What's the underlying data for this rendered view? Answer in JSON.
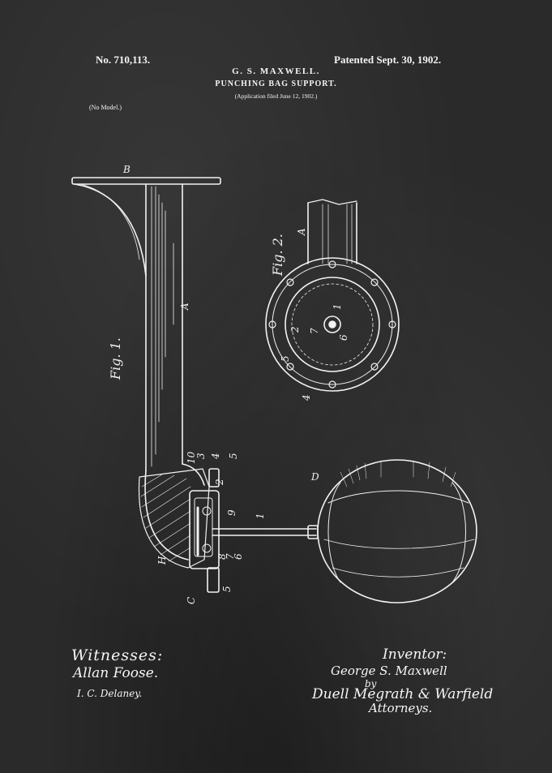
{
  "header": {
    "patent_number": "No. 710,113.",
    "inventor_caps": "G. S. MAXWELL.",
    "patent_date": "Patented Sept. 30, 1902.",
    "title": "PUNCHING BAG SUPPORT.",
    "application": "(Application filed June 12, 1902.)",
    "model": "(No Model.)"
  },
  "figures": {
    "fig1": "Fig. 1.",
    "fig2": "Fig. 2.",
    "refs": [
      "B",
      "A",
      "10",
      "3",
      "4",
      "2",
      "5",
      "9",
      "1",
      "8",
      "7",
      "6",
      "5",
      "H",
      "C",
      "D",
      "A",
      "1",
      "2",
      "7",
      "6",
      "5",
      "4"
    ]
  },
  "signatures": {
    "witnesses_label": "Witnesses:",
    "witness_1": "Allan Foose.",
    "witness_2": "I. C. Delaney.",
    "inventor_label": "Inventor:",
    "inventor_name": "George S. Maxwell",
    "by": "by",
    "attorney_names": "Duell Megrath & Warfield",
    "attorneys_label": "Attorneys."
  },
  "colors": {
    "background": "#2a2a2a",
    "ink": "#f2f2f2"
  }
}
